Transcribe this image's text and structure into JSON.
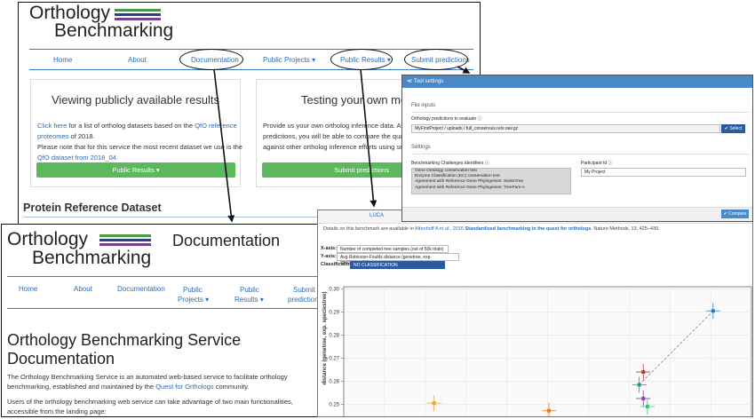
{
  "panel1": {
    "logo_line1": "Orthology",
    "logo_line2": "Benchmarking",
    "nav": [
      "Home",
      "About",
      "Documentation",
      "Public Projects ▾",
      "Public Results ▾",
      "Submit predictions"
    ],
    "left_box": {
      "title": "Viewing publicly available results",
      "line1_link": "Click here",
      "line1_rest": " for a list of ortholog datasets based on the ",
      "line1_link2": "QfO reference",
      "line2_link": "proteomes",
      "line2_rest": " of 2018.",
      "line3": "Please note that for this service the most recent dataset we use is the",
      "line4_link": "QfO dataset from 2018_04",
      "line4_rest": ".",
      "button": "Public Results ▾"
    },
    "right_box": {
      "title": "Testing your own me",
      "line1": "Provide us your own ortholog inference data. After",
      "line2": "predictions, you will be able to compare the quality",
      "line3": "against other ortholog inference efforts using seve",
      "button": "Submit predictions"
    },
    "section_heading": "Protein Reference Dataset"
  },
  "panel2": {
    "header": "≪ Tool settings",
    "section1": "File inputs",
    "field_label": "Orthology predictions to evaluate ⓘ",
    "field_value": "MyFirstProject / uploads / full_consensus.rels.raw.gz",
    "select_button": "✔ Select",
    "section2": "Settings",
    "challenges_label": "Benchmarking Challenges Identifiers ⓘ",
    "challenges": [
      "Gene Ontology conservation test",
      "Enzyme Classification (EC) conservation test",
      "Agreement with Reference Gene Phylogenies: SwissTree",
      "Agreement with Reference Gene Phylogenies: TreeFam-A"
    ],
    "participant_label": "Participant Id ⓘ",
    "participant_value": "My Project",
    "compute_button": "✔ Compute"
  },
  "panel3": {
    "logo_line1": "Orthology",
    "logo_line2": "Benchmarking",
    "title": "Documentation",
    "nav": [
      "Home",
      "About",
      "Documentation"
    ],
    "nav2": [
      [
        "Public",
        "Projects ▾"
      ],
      [
        "Public",
        "Results ▾"
      ],
      [
        "Submit",
        "predictions"
      ]
    ],
    "heading1": "Orthology Benchmarking Service",
    "heading2": "Documentation",
    "para1a": "The Orthology Benchmarking Service is an automated web-based service to facilitate orthology",
    "para1b": "benchmarking, established and maintained by the ",
    "para1_link": "Quest for Orthologs",
    "para1c": " community.",
    "para2a": "Users of the orthology benchmarking web service can take advantage of two main functionalities,",
    "para2b": "accessible from the landing page:"
  },
  "panel4": {
    "tab": "LUCA",
    "details_pre": "Details on this benchmark are available in ",
    "details_link1": "Altenhoff A et al., 2016",
    "details_link2": "Standardized benchmarking in the quest for orthologs",
    "details_post": ". Nature Methods, 13, 425–430.",
    "x_label": "X-axis:",
    "x_value": "Number of completed tree samples (out of 50k trials) ⇕",
    "y_label": "Y-axis:",
    "y_value": "Avg Robinson-Foulds distance (genetree, exp. speciestree) ⇕",
    "class_label": "Classification:",
    "class_value": "NO CLASSIFICATION"
  },
  "chart_data": {
    "type": "scatter",
    "ylabel": "distance (genetree, exp. speciestree)",
    "yticks": [
      0.3,
      0.29,
      0.28,
      0.27,
      0.26,
      0.25
    ],
    "ylim": [
      0.244,
      0.301
    ],
    "xlim": [
      0,
      100
    ],
    "grid": true,
    "points": [
      {
        "x": 22,
        "y": 0.2505,
        "color": "#e8a33a"
      },
      {
        "x": 50,
        "y": 0.2472,
        "color": "#e67e22"
      },
      {
        "x": 73,
        "y": 0.264,
        "color": "#c0392b"
      },
      {
        "x": 72,
        "y": 0.2585,
        "color": "#16a085"
      },
      {
        "x": 73,
        "y": 0.2525,
        "color": "#8e44ad"
      },
      {
        "x": 74,
        "y": 0.249,
        "color": "#2ecc71"
      },
      {
        "x": 90,
        "y": 0.2905,
        "color": "#2980b9"
      }
    ]
  },
  "colors": {
    "stripe1": "#4a9a4a",
    "stripe2": "#2f3f8f",
    "stripe3": "#7a3f8f",
    "nav_link": "#2a6db5",
    "green_button": "#5cb85c",
    "tool_header": "#4a89c8",
    "select_blue": "#2d5a9e"
  }
}
